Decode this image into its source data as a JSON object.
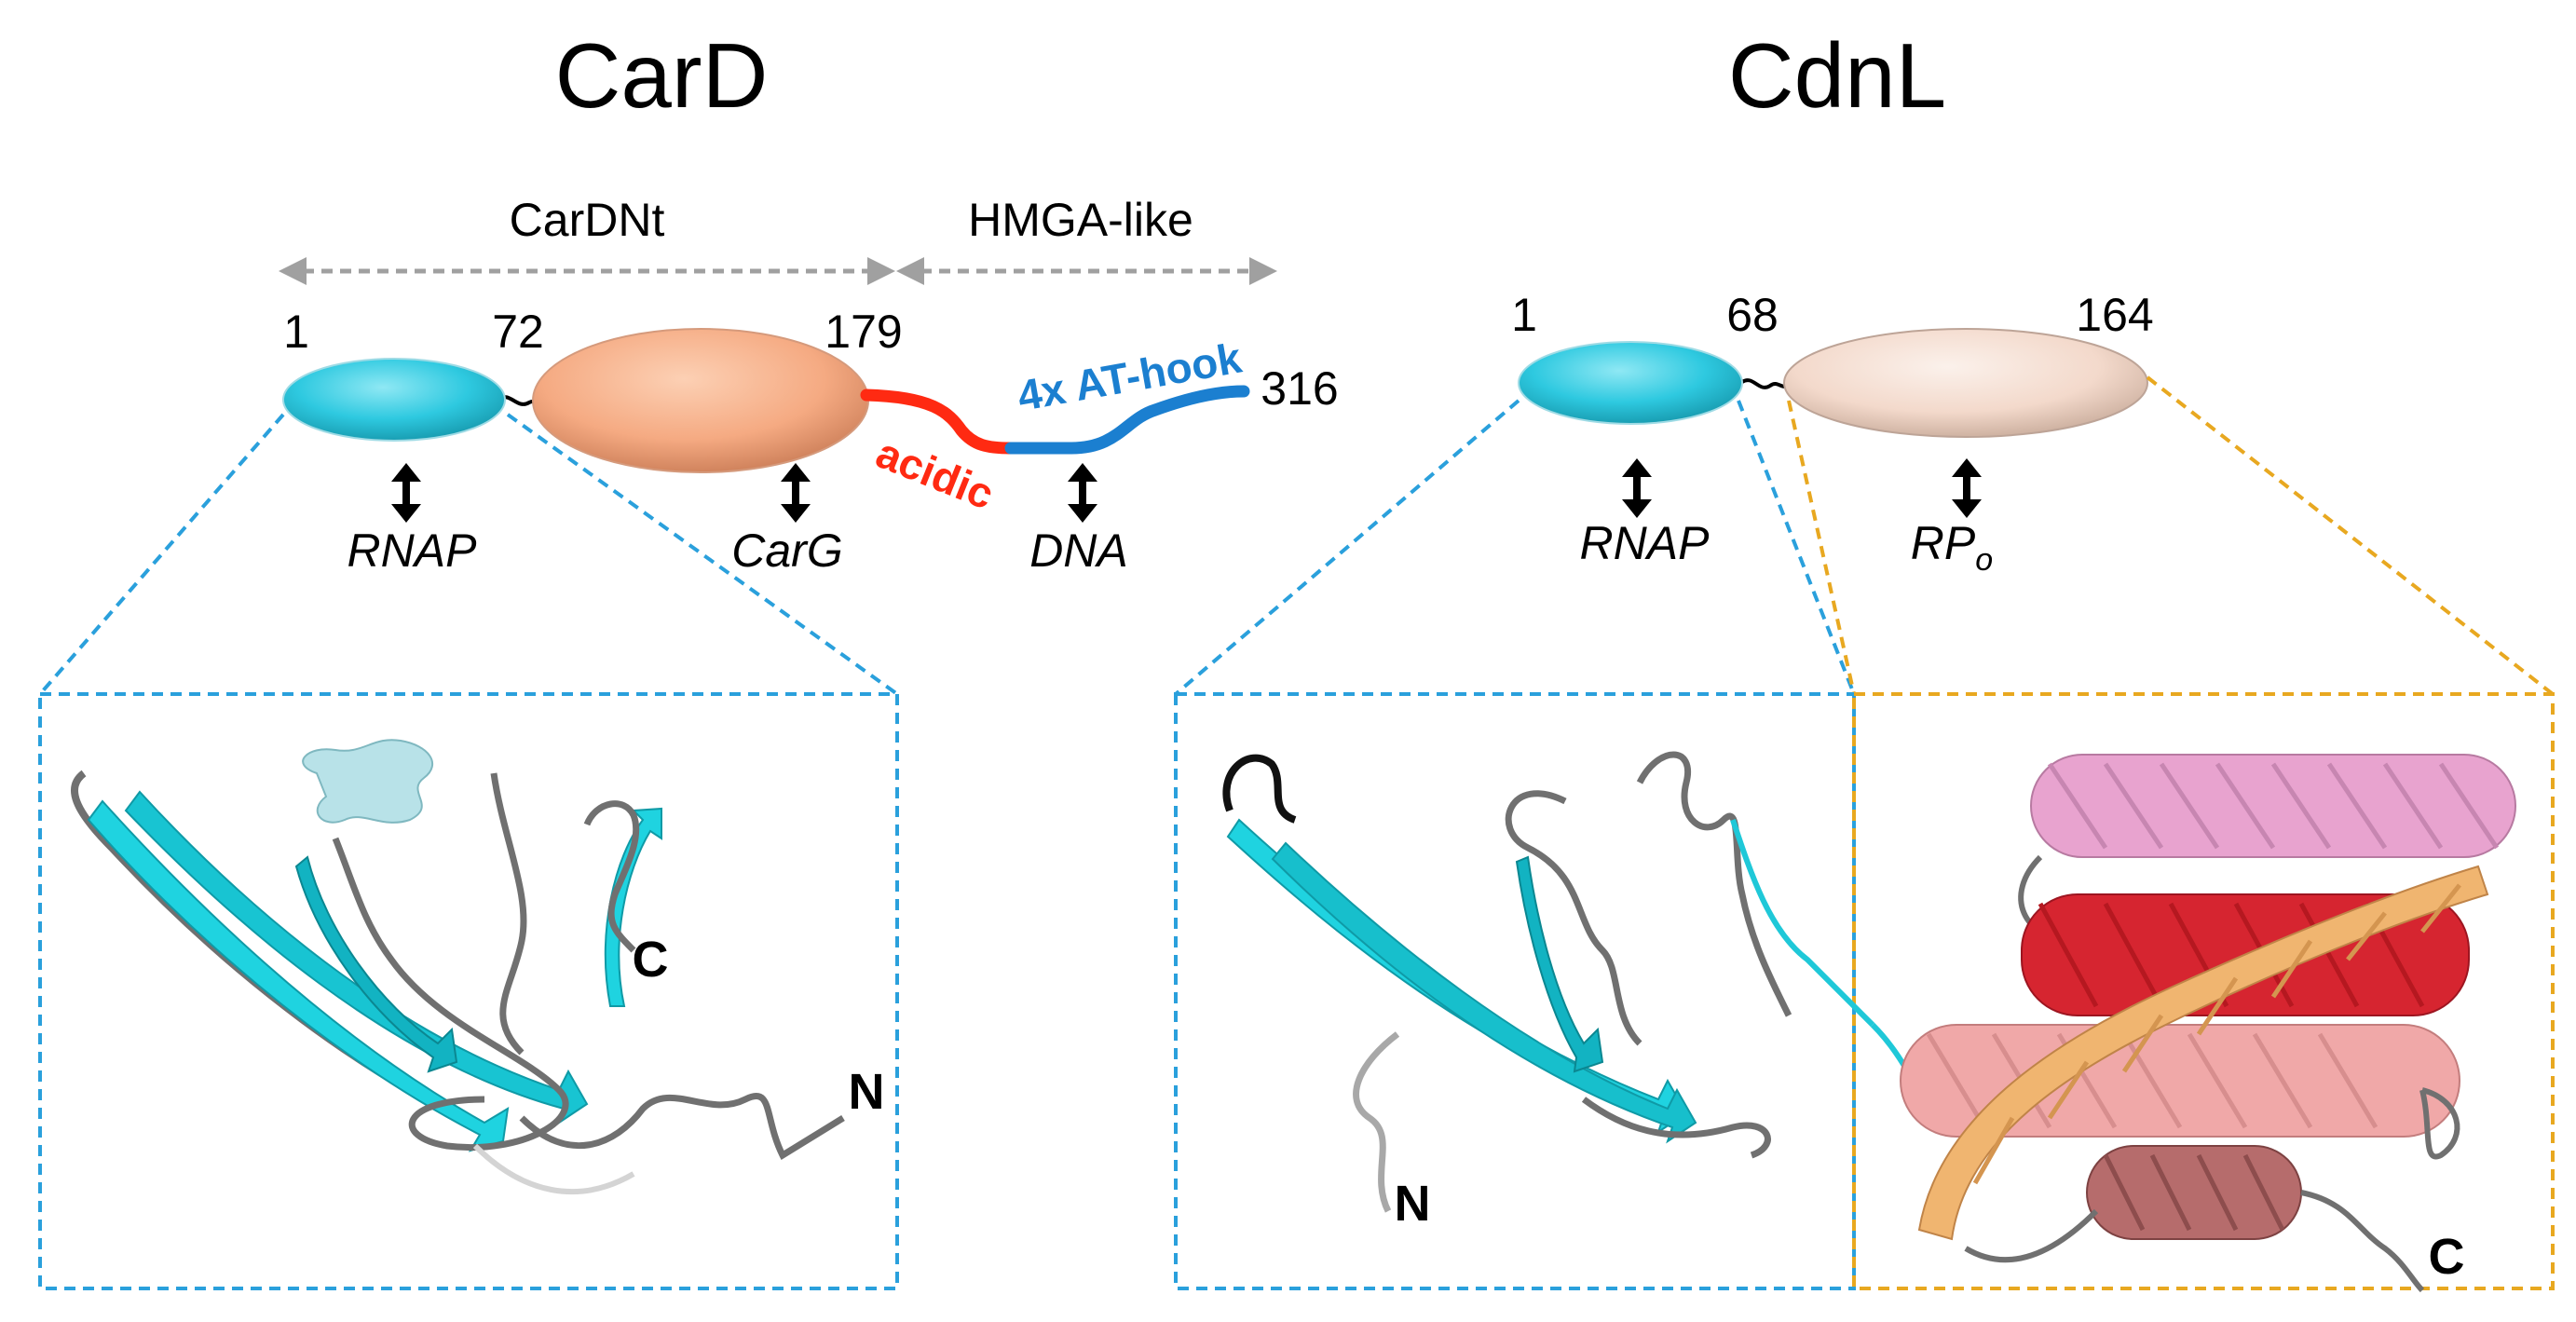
{
  "card": {
    "title": "CarD",
    "range_cardnt": "CarDNt",
    "range_hmga": "HMGA-like",
    "num_1": "1",
    "num_72": "72",
    "num_179": "179",
    "num_316": "316",
    "at_hook": "4x AT-hook",
    "acidic": "acidic",
    "partner_rnap": "RNAP",
    "partner_carg": "CarG",
    "partner_dna": "DNA",
    "terminus_c": "C",
    "terminus_n": "N"
  },
  "cdnl": {
    "title": "CdnL",
    "num_1": "1",
    "num_68": "68",
    "num_164": "164",
    "partner_rnap": "RNAP",
    "partner_rpo_main": "RP",
    "partner_rpo_sub": "o",
    "terminus_n": "N",
    "terminus_c": "C"
  },
  "colors": {
    "cyan_domain": "#2ec9e0",
    "salmon_domain": "#f5aa82",
    "peach_domain": "#f6ddd0",
    "acidic": "#ff2a12",
    "at_hook": "#1b7fd0",
    "blue_box": "#2aa0dc",
    "orange_box": "#e8a820",
    "arrow_gray": "#a0a0a0"
  }
}
